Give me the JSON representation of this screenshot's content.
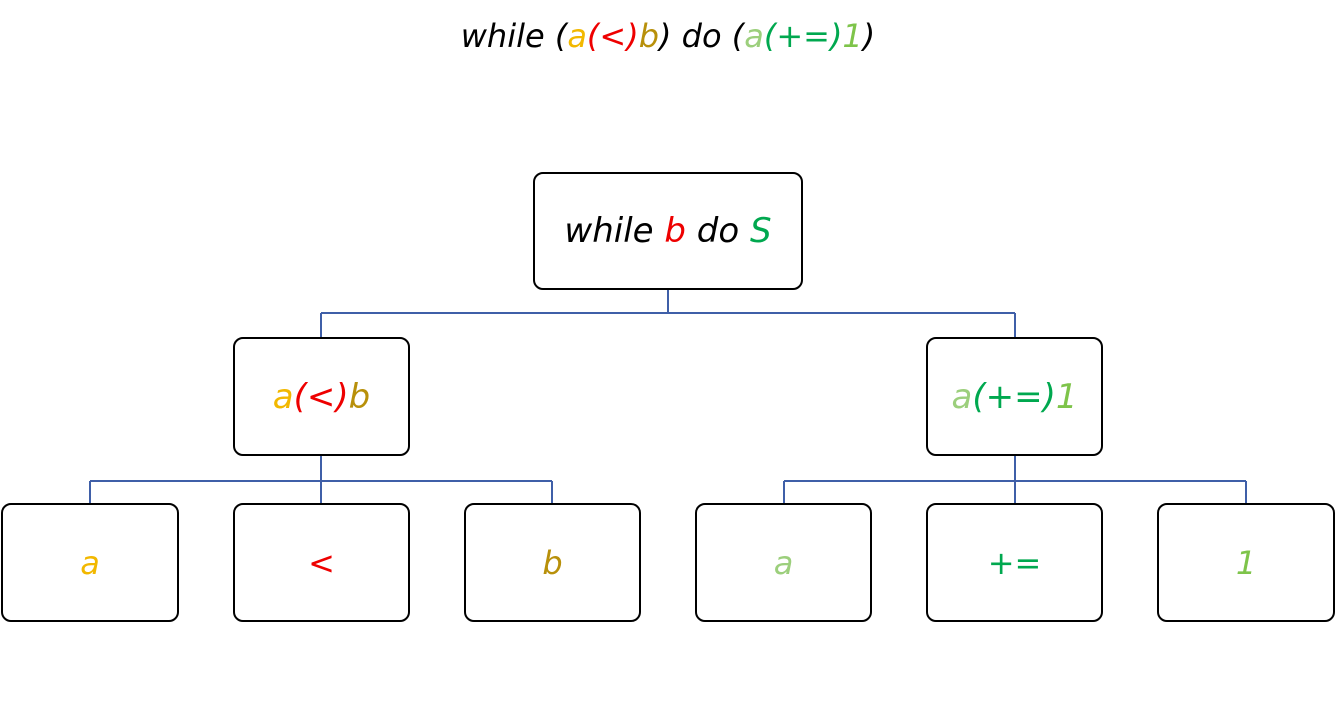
{
  "colors": {
    "black": "#000000",
    "red": "#ee0000",
    "gold": "#f2b800",
    "darkgold": "#b8900a",
    "lightgreen": "#9ccf7c",
    "green": "#00a84f",
    "limegreen": "#7ec44a",
    "connector": "#3f5fa8"
  },
  "title": [
    {
      "t": "while (",
      "c": "black"
    },
    {
      "t": "a",
      "c": "gold"
    },
    {
      "t": "(<)",
      "c": "red"
    },
    {
      "t": "b",
      "c": "darkgold"
    },
    {
      "t": ") do (",
      "c": "black"
    },
    {
      "t": "a",
      "c": "lightgreen"
    },
    {
      "t": "(+=)",
      "c": "green"
    },
    {
      "t": "1",
      "c": "limegreen"
    },
    {
      "t": ")",
      "c": "black"
    }
  ],
  "nodes": {
    "root": [
      {
        "t": "while ",
        "c": "black"
      },
      {
        "t": "b",
        "c": "red"
      },
      {
        "t": " do ",
        "c": "black"
      },
      {
        "t": "S",
        "c": "green"
      }
    ],
    "condition": [
      {
        "t": "a",
        "c": "gold"
      },
      {
        "t": "(<)",
        "c": "red"
      },
      {
        "t": "b",
        "c": "darkgold"
      }
    ],
    "statement": [
      {
        "t": "a",
        "c": "lightgreen"
      },
      {
        "t": "(+=)",
        "c": "green"
      },
      {
        "t": "1",
        "c": "limegreen"
      }
    ],
    "leaf_a1": [
      {
        "t": "a",
        "c": "gold"
      }
    ],
    "leaf_lt": [
      {
        "t": "<",
        "c": "red"
      }
    ],
    "leaf_b": [
      {
        "t": "b",
        "c": "darkgold"
      }
    ],
    "leaf_a2": [
      {
        "t": "a",
        "c": "lightgreen"
      }
    ],
    "leaf_pluseq": [
      {
        "t": "+=",
        "c": "green"
      }
    ],
    "leaf_one": [
      {
        "t": "1",
        "c": "limegreen"
      }
    ]
  }
}
